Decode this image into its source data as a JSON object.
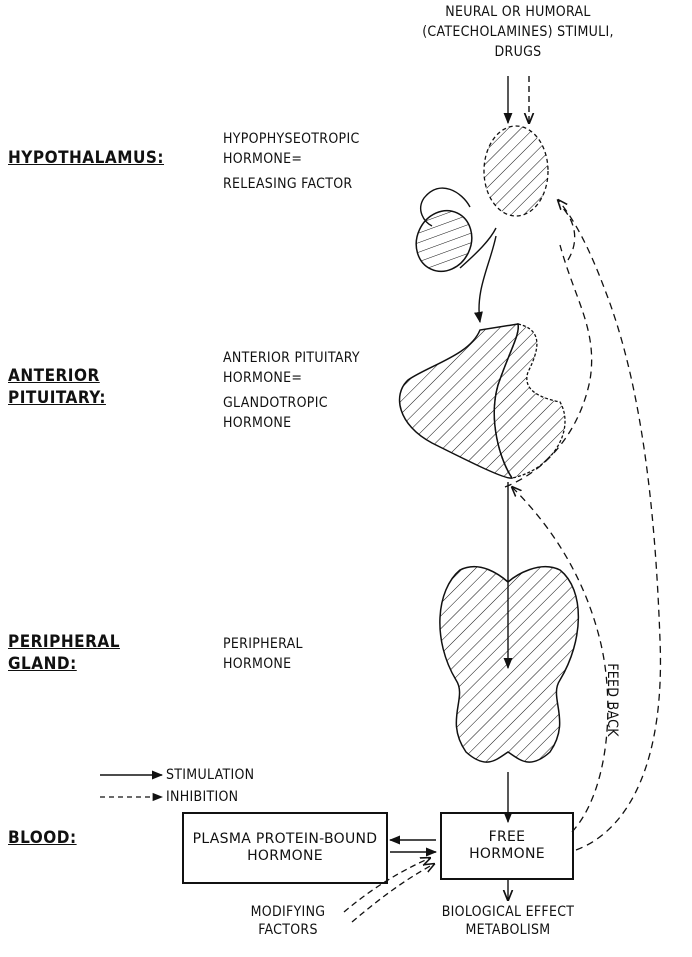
{
  "stimuli": {
    "line1": "NEURAL OR HUMORAL",
    "line2": "(CATECHOLAMINES) STIMULI,",
    "line3": "DRUGS"
  },
  "levels": {
    "hypothalamus": "HYPOTHALAMUS:",
    "anterior_pituitary_line1": "ANTERIOR",
    "anterior_pituitary_line2": "PITUITARY:",
    "peripheral_gland_line1": "PERIPHERAL",
    "peripheral_gland_line2": "GLAND:",
    "blood": "BLOOD:"
  },
  "hormones": {
    "hypothalamus_line1": "HYPOPHYSEOTROPIC",
    "hypothalamus_line2": "HORMONE=",
    "hypothalamus_line3": "RELEASING FACTOR",
    "pituitary_line1": "ANTERIOR PITUITARY",
    "pituitary_line2": "HORMONE=",
    "pituitary_line3": "GLANDOTROPIC",
    "pituitary_line4": "HORMONE",
    "peripheral_line1": "PERIPHERAL",
    "peripheral_line2": "HORMONE"
  },
  "legend": {
    "stimulation": "STIMULATION",
    "inhibition": "INHIBITION"
  },
  "boxes": {
    "plasma_line1": "PLASMA PROTEIN-BOUND",
    "plasma_line2": "HORMONE",
    "free_line1": "FREE",
    "free_line2": "HORMONE"
  },
  "bottom": {
    "modifying_line1": "MODIFYING",
    "modifying_line2": "FACTORS",
    "effect_line1": "BIOLOGICAL EFFECT",
    "effect_line2": "METABOLISM"
  },
  "feedback": "FEED BACK"
}
